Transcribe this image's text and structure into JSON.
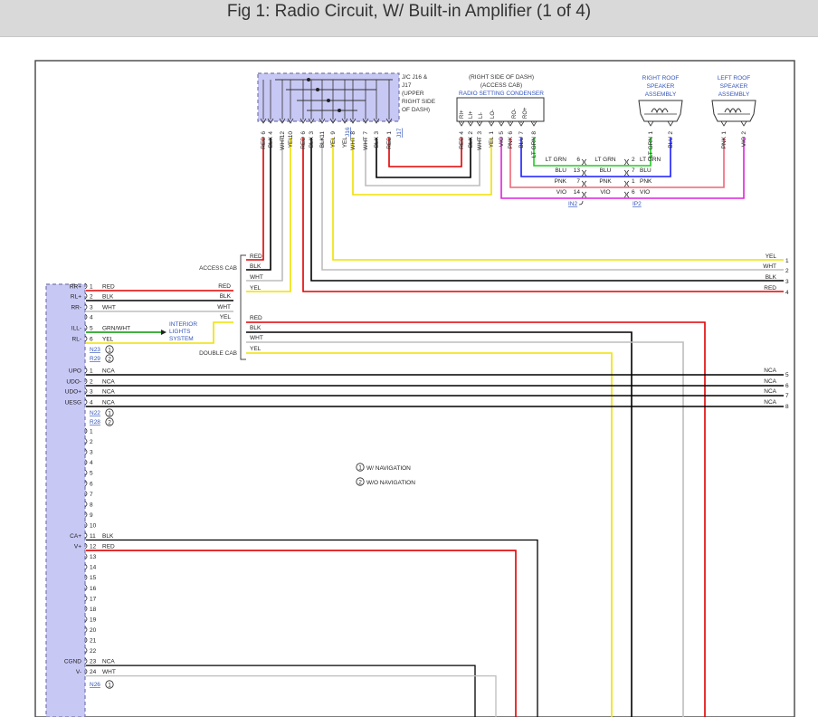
{
  "title": "Fig 1: Radio Circuit, W/ Built-in Amplifier (1 of 4)",
  "colors": {
    "red": "#e00000",
    "black": "#000000",
    "white": "#bdbdbd",
    "yellow": "#f0e000",
    "gray": "#666666",
    "ltgreen": "#22cc22",
    "blue": "#1a1aff",
    "pink": "#ee6677",
    "violet": "#dd22dd",
    "green": "#009900",
    "connector": "#c8c8f5"
  },
  "jc": {
    "label": [
      "J/C J16 &",
      "J17",
      "(UPPER",
      "RIGHT SIDE",
      "OF DASH)"
    ],
    "ref1": "J16",
    "ref2": "J17",
    "pins": [
      {
        "n": "6",
        "c": "RED"
      },
      {
        "n": "4",
        "c": "BLK"
      },
      {
        "n": "12",
        "c": "WHT"
      },
      {
        "n": "10",
        "c": "YEL"
      },
      {
        "n": "6",
        "c": "RED"
      },
      {
        "n": "3",
        "c": "BLK"
      },
      {
        "n": "11",
        "c": "BLK"
      },
      {
        "n": "9",
        "c": "YEL"
      },
      {
        "n": "",
        "c": "YEL"
      },
      {
        "n": "8",
        "c": "WHT"
      },
      {
        "n": "7",
        "c": "WHT"
      },
      {
        "n": "3",
        "c": "BLK"
      },
      {
        "n": "1",
        "c": "RED"
      }
    ]
  },
  "condenser": {
    "label": [
      "(RIGHT SIDE OF DASH)",
      "(ACCESS CAB)",
      "RADIO SETTING CONDENSER"
    ],
    "terms": [
      "RI+",
      "LI+",
      "LI-",
      "LO-",
      "RO-",
      "RO+"
    ],
    "pins": [
      {
        "n": "4",
        "c": "RED"
      },
      {
        "n": "2",
        "c": "BLK"
      },
      {
        "n": "3",
        "c": "WHT"
      },
      {
        "n": "1",
        "c": "YEL"
      },
      {
        "n": "5",
        "c": "VIO"
      },
      {
        "n": "6",
        "c": "PNK"
      },
      {
        "n": "7",
        "c": "BLU"
      },
      {
        "n": "8",
        "c": "LT GRN"
      }
    ]
  },
  "right_speaker": {
    "label": [
      "RIGHT ROOF",
      "SPEAKER",
      "ASSEMBLY"
    ],
    "pins": [
      {
        "n": "1",
        "c": "LT GRN"
      },
      {
        "n": "2",
        "c": "BLU"
      }
    ]
  },
  "left_speaker": {
    "label": [
      "LEFT ROOF",
      "SPEAKER",
      "ASSEMBLY"
    ],
    "pins": [
      {
        "n": "1",
        "c": "PNK"
      },
      {
        "n": "2",
        "c": "VIO"
      }
    ]
  },
  "inline": {
    "rows": [
      {
        "lc": "LT GRN",
        "ln": "6",
        "rn": "2",
        "rc": "LT GRN"
      },
      {
        "lc": "BLU",
        "ln": "13",
        "rn": "7",
        "rc": "BLU"
      },
      {
        "lc": "PNK",
        "ln": "7",
        "rn": "1",
        "rc": "PNK"
      },
      {
        "lc": "VIO",
        "ln": "14",
        "rn": "6",
        "rc": "VIO"
      }
    ],
    "ref_left": "IN2",
    "ref_right": "IP2"
  },
  "access_cab": {
    "label": "ACCESS CAB",
    "wires": [
      "RED",
      "BLK",
      "WHT",
      "YEL"
    ]
  },
  "double_cab": {
    "label": "DOUBLE CAB",
    "wires": [
      "RED",
      "BLK",
      "WHT",
      "YEL"
    ]
  },
  "right_exits": [
    {
      "c": "YEL",
      "n": "1"
    },
    {
      "c": "WHT",
      "n": "2"
    },
    {
      "c": "BLK",
      "n": "3"
    },
    {
      "c": "RED",
      "n": "4"
    },
    {
      "c": "NCA",
      "n": "5"
    },
    {
      "c": "NCA",
      "n": "6"
    },
    {
      "c": "NCA",
      "n": "7"
    },
    {
      "c": "NCA",
      "n": "8"
    }
  ],
  "radio": {
    "group1": {
      "pins": [
        {
          "n": "1",
          "c": "RED",
          "name": "RR+",
          "bc": "RED"
        },
        {
          "n": "2",
          "c": "BLK",
          "name": "RL+",
          "bc": "BLK"
        },
        {
          "n": "3",
          "c": "WHT",
          "name": "RR-",
          "bc": "WHT"
        },
        {
          "n": "4",
          "c": "",
          "name": "",
          "bc": "YEL"
        },
        {
          "n": "5",
          "c": "GRN/WHT",
          "name": "ILL-",
          "bc": ""
        },
        {
          "n": "6",
          "c": "YEL",
          "name": "RL-",
          "bc": ""
        }
      ],
      "refs": [
        {
          "r": "N23",
          "m": "1"
        },
        {
          "r": "R29",
          "m": "2"
        }
      ]
    },
    "interior": [
      "INTERIOR",
      "LIGHTS",
      "SYSTEM"
    ],
    "group2": {
      "pins": [
        {
          "n": "1",
          "c": "NCA",
          "name": "UPO",
          "rc": "NCA"
        },
        {
          "n": "2",
          "c": "NCA",
          "name": "UDO-",
          "rc": "NCA"
        },
        {
          "n": "3",
          "c": "NCA",
          "name": "UDO+",
          "rc": "NCA"
        },
        {
          "n": "4",
          "c": "NCA",
          "name": "UESG",
          "rc": "NCA"
        }
      ],
      "refs": [
        {
          "r": "N22",
          "m": "1"
        },
        {
          "r": "R28",
          "m": "2"
        }
      ]
    },
    "group3": {
      "pins": [
        {
          "n": "1",
          "c": "",
          "name": ""
        },
        {
          "n": "2",
          "c": "",
          "name": ""
        },
        {
          "n": "3",
          "c": "",
          "name": ""
        },
        {
          "n": "4",
          "c": "",
          "name": ""
        },
        {
          "n": "5",
          "c": "",
          "name": ""
        },
        {
          "n": "6",
          "c": "",
          "name": ""
        },
        {
          "n": "7",
          "c": "",
          "name": ""
        },
        {
          "n": "8",
          "c": "",
          "name": ""
        },
        {
          "n": "9",
          "c": "",
          "name": ""
        },
        {
          "n": "10",
          "c": "",
          "name": ""
        },
        {
          "n": "11",
          "c": "BLK",
          "name": "CA+"
        },
        {
          "n": "12",
          "c": "RED",
          "name": "V+"
        },
        {
          "n": "13",
          "c": "",
          "name": ""
        },
        {
          "n": "14",
          "c": "",
          "name": ""
        },
        {
          "n": "15",
          "c": "",
          "name": ""
        },
        {
          "n": "16",
          "c": "",
          "name": ""
        },
        {
          "n": "17",
          "c": "",
          "name": ""
        },
        {
          "n": "18",
          "c": "",
          "name": ""
        },
        {
          "n": "19",
          "c": "",
          "name": ""
        },
        {
          "n": "20",
          "c": "",
          "name": ""
        },
        {
          "n": "21",
          "c": "",
          "name": ""
        },
        {
          "n": "22",
          "c": "",
          "name": ""
        },
        {
          "n": "23",
          "c": "NCA",
          "name": "CGND"
        },
        {
          "n": "24",
          "c": "WHT",
          "name": "V-"
        }
      ],
      "refs": [
        {
          "r": "N26",
          "m": "1"
        }
      ]
    }
  },
  "notes": [
    {
      "m": "1",
      "t": "W/ NAVIGATION"
    },
    {
      "m": "2",
      "t": "W/O NAVIGATION"
    }
  ]
}
